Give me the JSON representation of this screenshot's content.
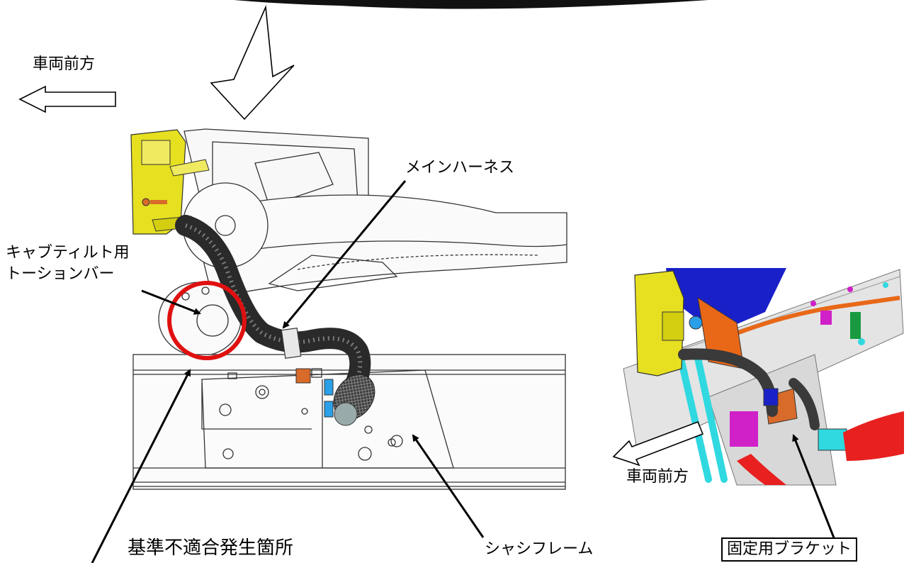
{
  "labels": {
    "front_direction": "車両前方",
    "main_harness": "メインハーネス",
    "torsion_bar_line1": "キャブティルト用",
    "torsion_bar_line2": "トーションバー",
    "nonconformance_location": "基準不適合発生箇所",
    "chassis_frame": "シャシフレーム",
    "front_direction_detail": "車両前方",
    "fixing_bracket": "固定用ブラケット"
  },
  "colors": {
    "bracket_yellow": "#e6e020",
    "harness_dark": "#3a3a3a",
    "highlight_circle": "#e01010",
    "detail_blue": "#1a20c8",
    "detail_orange": "#e86818",
    "detail_cyan": "#30d8e0",
    "detail_magenta": "#d020c8",
    "detail_red": "#e82020",
    "part_blue": "#2aa0e8",
    "bolt_orange": "#d86a2a"
  }
}
